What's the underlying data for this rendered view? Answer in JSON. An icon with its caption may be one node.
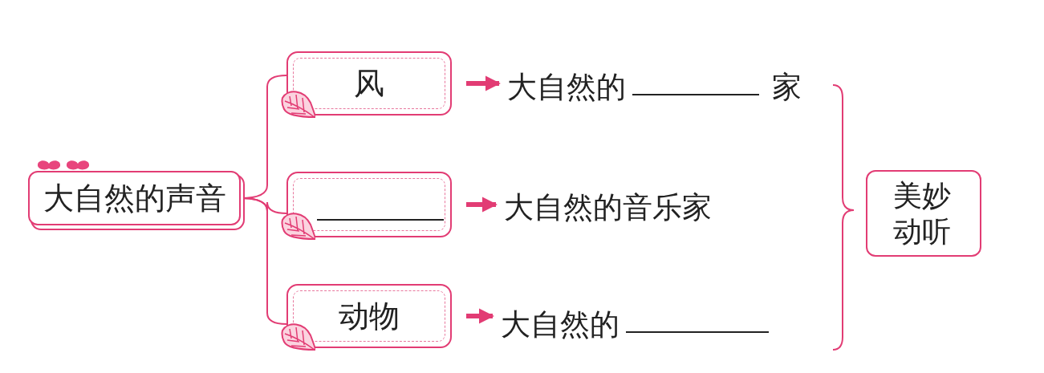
{
  "diagram": {
    "nodes": [
      {
        "text": [
          "大自然的声音"
        ]
      },
      {
        "text": [
          "风"
        ]
      },
      {
        "text": [],
        "shape": "box"
      },
      {
        "text": [
          "动物"
        ]
      },
      {
        "text": [
          "大自然的",
          "家"
        ]
      },
      {
        "text": [
          "大自然的音乐家"
        ]
      },
      {
        "text": [
          "大自然的"
        ]
      },
      {
        "text": [
          "美妙动听"
        ]
      }
    ],
    "edges": [
      {
        "from": 0,
        "to": 1,
        "arrow": "none"
      },
      {
        "from": 0,
        "to": 2,
        "arrow": "none"
      },
      {
        "from": 0,
        "to": 3,
        "arrow": "none"
      },
      {
        "from": 1,
        "to": 4,
        "arrow": "to",
        "style": "thick"
      },
      {
        "from": 2,
        "to": 5,
        "arrow": "to",
        "style": "thick"
      },
      {
        "from": 3,
        "to": 6,
        "arrow": "to",
        "style": "thick"
      }
    ]
  }
}
